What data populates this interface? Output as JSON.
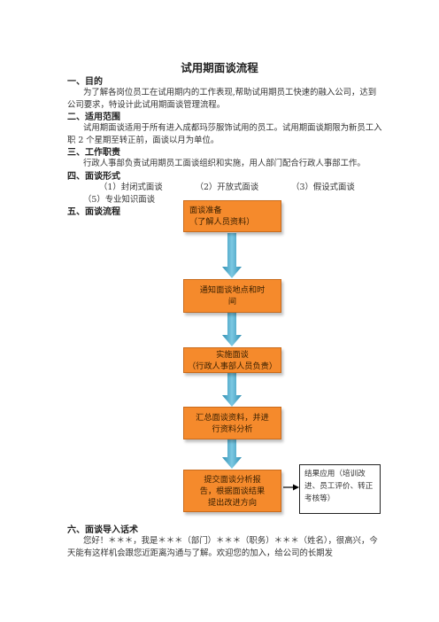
{
  "title": "试用期面谈流程",
  "sections": {
    "s1": {
      "heading": "一、目的",
      "body": "为了解各岗位员工在试用期内的工作表现,帮助试用期员工快速的融入公司，达到公司要求，特设计此试用期面谈管理流程。"
    },
    "s2": {
      "heading": "二、适用范围",
      "body": "试用期面谈适用于所有进入成都玛莎服饰试用的员工。试用期面谈期限为新员工入职 2 个星期至转正前，面谈以月为单位。"
    },
    "s3": {
      "heading": "三、工作职责",
      "body": "行政人事部负责试用期员工面谈组织和实施，用人部门配合行政人事部工作。"
    },
    "s4": {
      "heading": "四、面谈形式",
      "forms": [
        "（1）封闭式面谈",
        "（2）开放式面谈",
        "（3）假设式面谈",
        "（5）专业知识面谈"
      ]
    },
    "s5": {
      "heading": "五、面谈流程"
    },
    "s6": {
      "heading": "六、面谈导入话术",
      "body": "您好！＊＊＊，我是＊＊＊（部门）＊＊＊（职务）＊＊＊（姓名），很高兴，今天能有这样机会跟您近距离沟通与了解。欢迎您的加入，给公司的长期发"
    }
  },
  "flow": {
    "step1": {
      "line1": "面谈准备",
      "line2": "（了解人员资料）"
    },
    "step2": {
      "line1": "通知面谈地点和时",
      "line2": "间"
    },
    "step3": {
      "line1": "实施面谈",
      "line2": "（行政人事部人员负责）"
    },
    "step4": {
      "line1": "汇总面谈资料，并进",
      "line2": "行资料分析"
    },
    "step5": {
      "line1": "提交面谈分析报",
      "line2": "告，根据面谈结果",
      "line3": "提出改进方向"
    },
    "note": "结果应用（培训改进、员工评价、转正考核等）"
  },
  "colors": {
    "box_fill": "#f58a2c",
    "arrow_fill": "#4aa8c9"
  }
}
